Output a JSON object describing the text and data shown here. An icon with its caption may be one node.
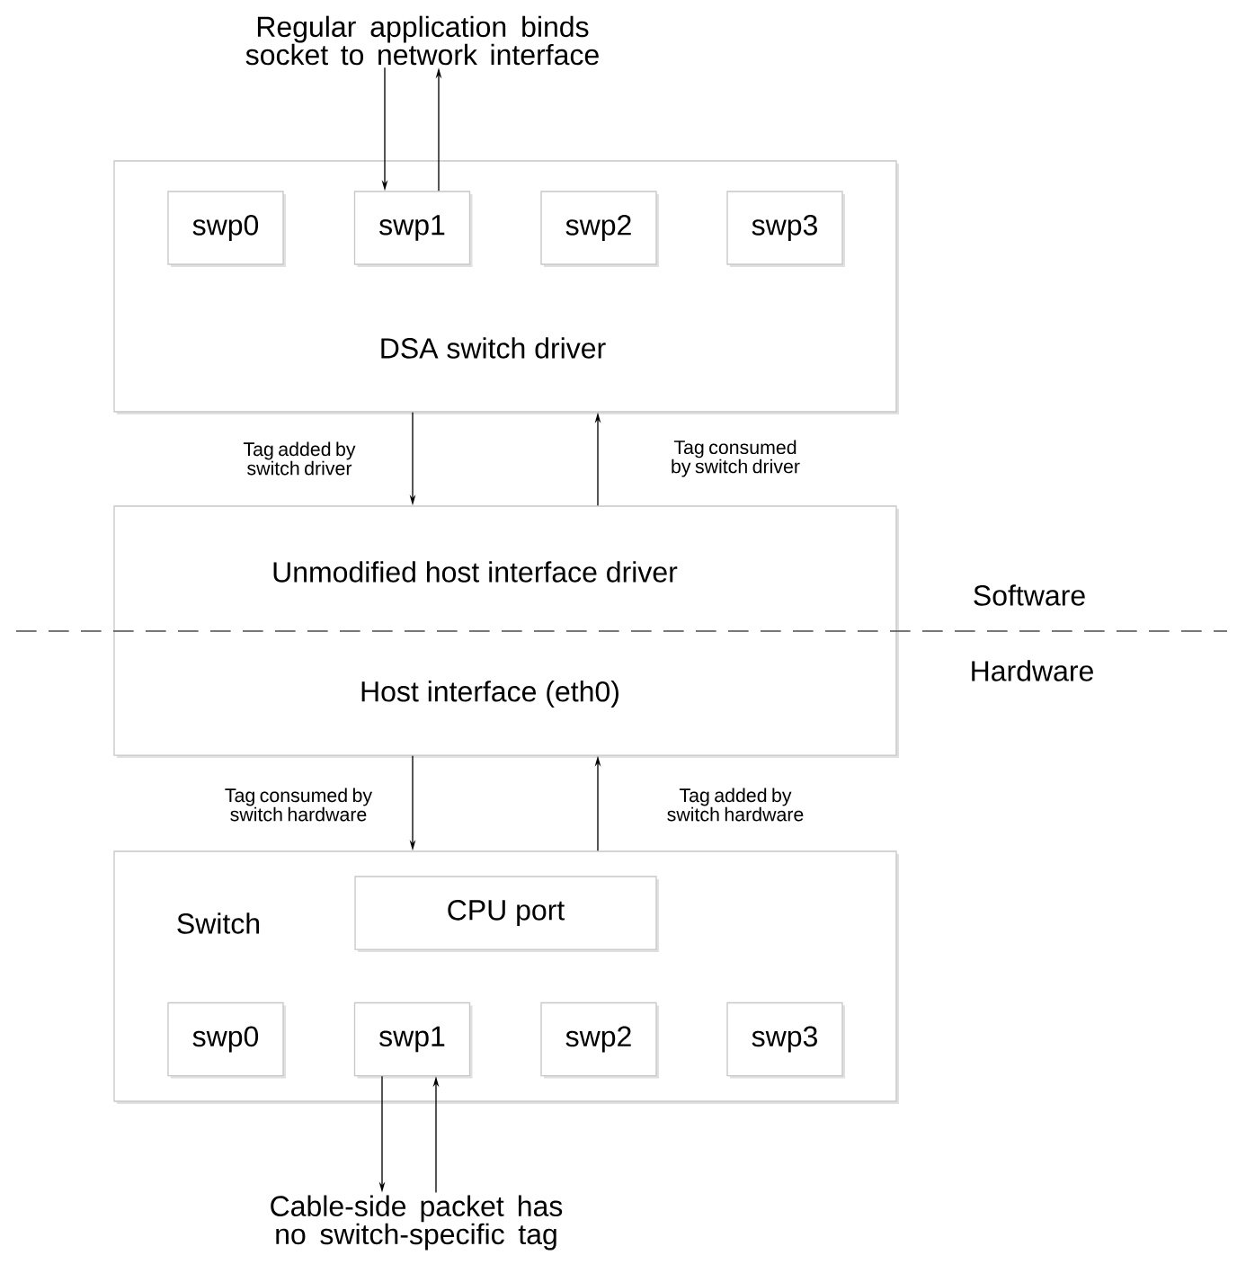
{
  "diagram": {
    "nodes": [
      {
        "text": [
          "Regular application binds socket to network interface"
        ]
      },
      {
        "text": [
          "DSA switch driver"
        ]
      },
      {
        "text": [
          "swp0"
        ],
        "in": 1
      },
      {
        "text": [
          "swp1"
        ],
        "in": 1
      },
      {
        "text": [
          "swp2"
        ],
        "in": 1
      },
      {
        "text": [
          "swp3"
        ],
        "in": 1
      },
      {
        "text": [
          "Unmodified host interface driver",
          "Host interface (eth0)"
        ]
      },
      {
        "text": [
          "Switch"
        ]
      },
      {
        "text": [
          "CPU port"
        ],
        "in": 7
      },
      {
        "text": [
          "swp0"
        ],
        "in": 7
      },
      {
        "text": [
          "swp1"
        ],
        "in": 7
      },
      {
        "text": [
          "swp2"
        ],
        "in": 7
      },
      {
        "text": [
          "swp3"
        ],
        "in": 7
      },
      {
        "text": [
          "Cable-side packet has no switch-specific tag"
        ]
      }
    ],
    "edges": [
      {
        "from": 0,
        "to": 3,
        "arrow": "to"
      },
      {
        "from": 3,
        "to": 0,
        "arrow": "to"
      },
      {
        "from": 1,
        "to": 6,
        "arrow": "to",
        "label": "Tag added by switch driver"
      },
      {
        "from": 6,
        "to": 1,
        "arrow": "to",
        "label": "Tag consumed by switch driver"
      },
      {
        "from": 6,
        "to": 7,
        "arrow": "to",
        "label": "Tag consumed by switch hardware"
      },
      {
        "from": 7,
        "to": 6,
        "arrow": "to",
        "label": "Tag added by switch hardware"
      },
      {
        "from": 10,
        "to": 13,
        "arrow": "to"
      },
      {
        "from": 13,
        "to": 10,
        "arrow": "to"
      }
    ],
    "labels": [
      "Software",
      "Hardware"
    ]
  }
}
